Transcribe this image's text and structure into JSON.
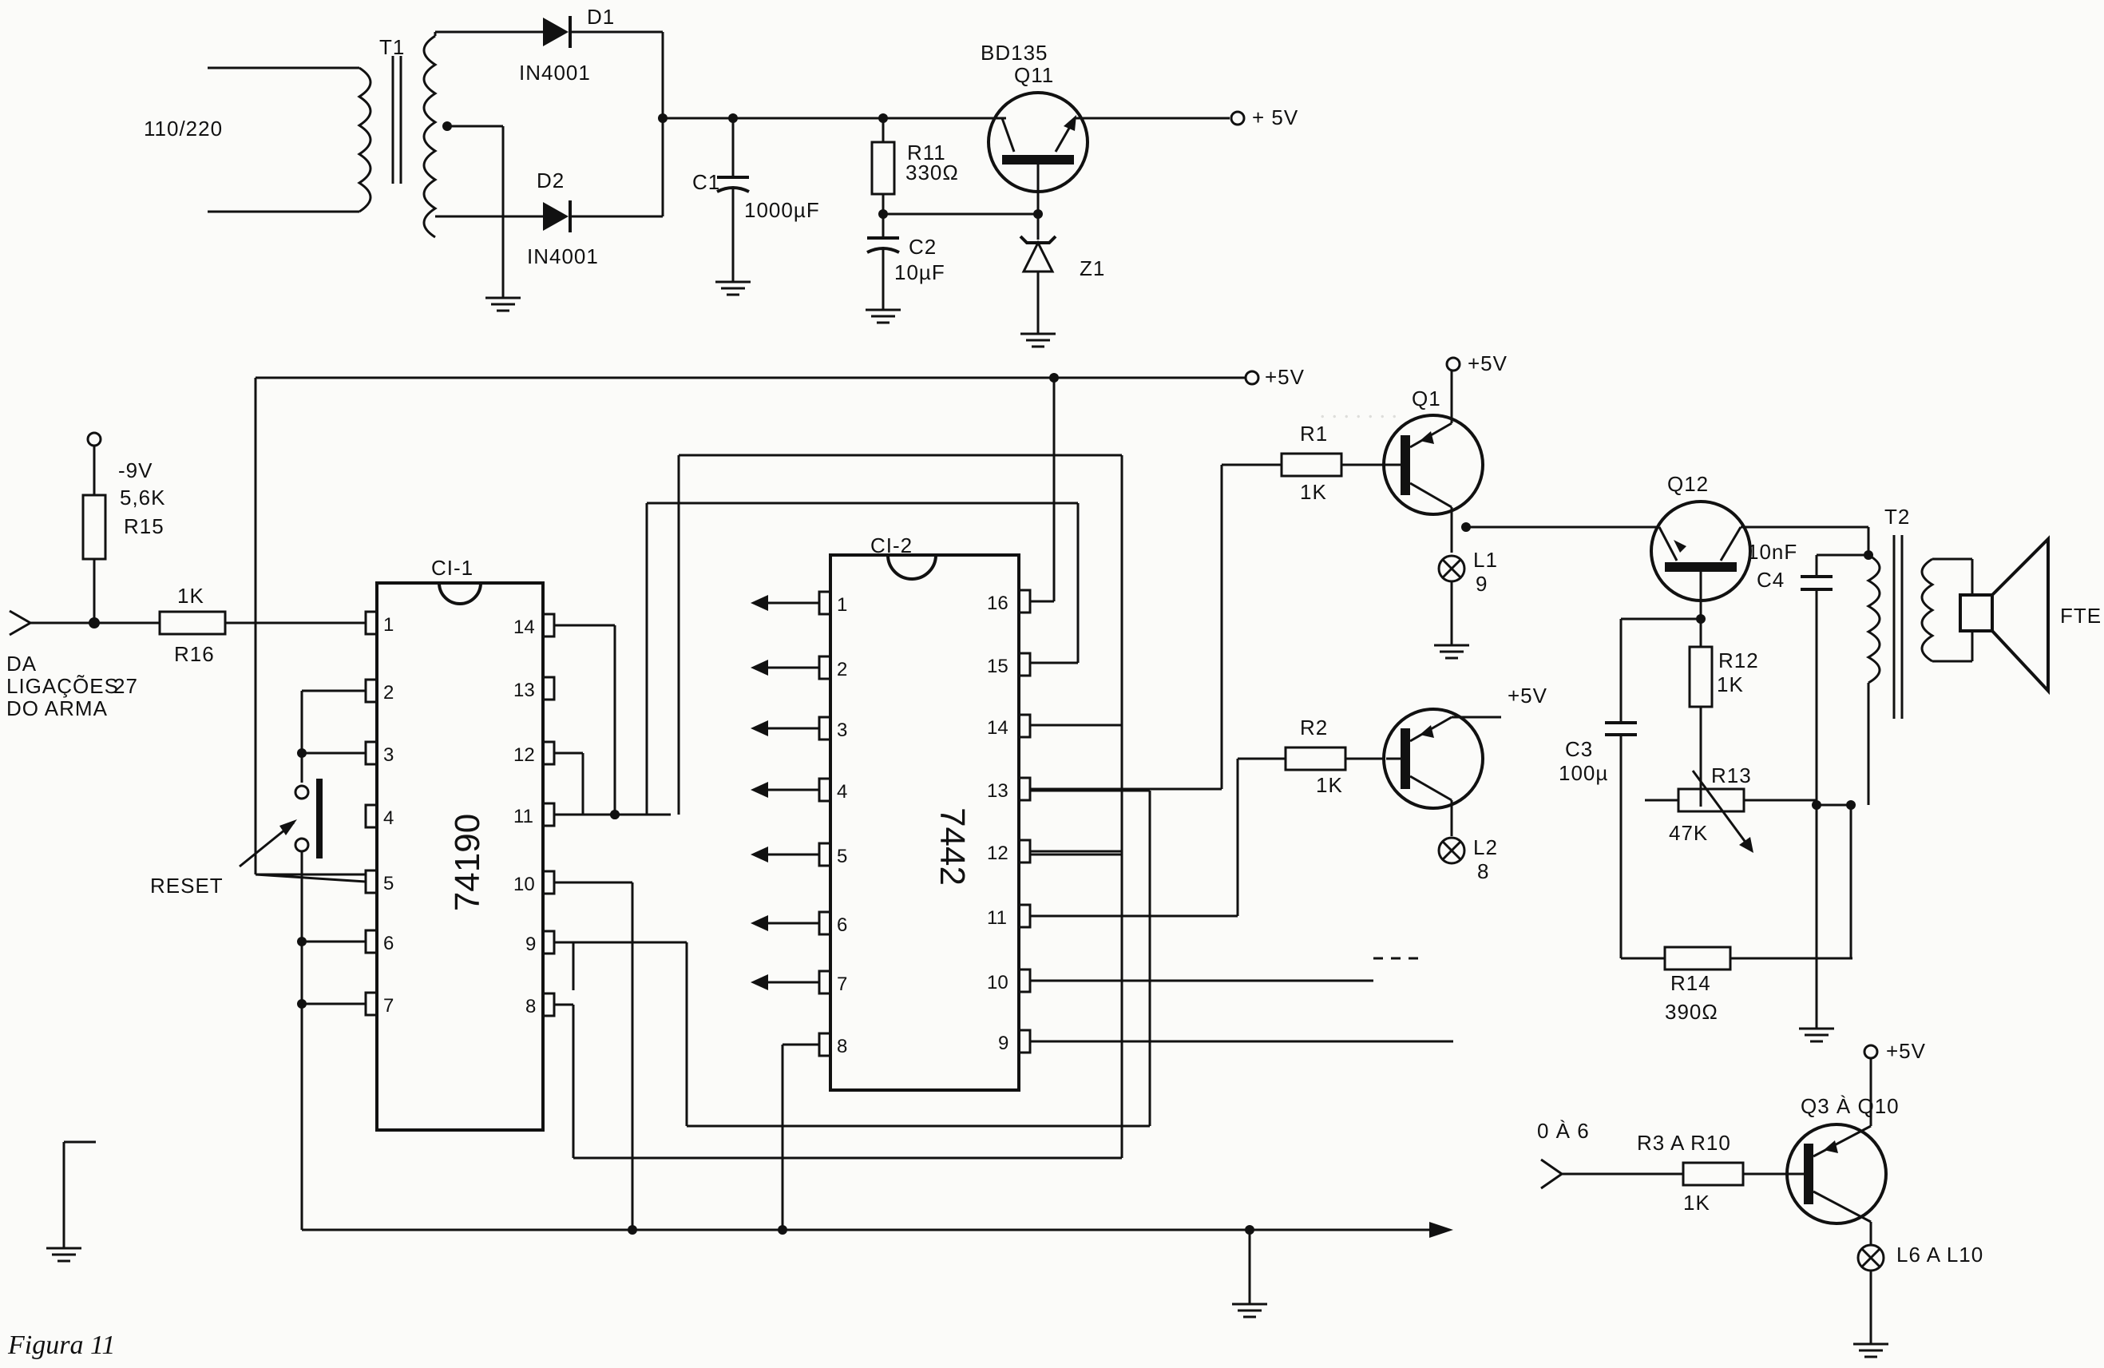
{
  "figure_caption": "Figura 11",
  "supply": {
    "transformer": "T1",
    "mains": "110/220",
    "d1": "D1",
    "d2": "D2",
    "d1_type": "IN4001",
    "d2_type": "IN4001",
    "c1": "C1",
    "c1_value": "1000µF",
    "r11": "R11",
    "r11_value": "330Ω",
    "c2": "C2",
    "c2_value": "10µF",
    "q11_type": "BD135",
    "q11": "Q11",
    "z1": "Z1",
    "out": "+ 5V"
  },
  "input": {
    "v_neg": "-9V",
    "r15_value": "5,6K",
    "r15": "R15",
    "r16_value": "1K",
    "r16": "R16",
    "da": "DA",
    "ligacoes": "LIGAÇÕES",
    "num": "27",
    "do_arma": "DO ARMA",
    "reset": "RESET"
  },
  "ci1": {
    "name": "CI-1",
    "part": "74190",
    "pins_left": [
      "1",
      "2",
      "3",
      "4",
      "5",
      "6",
      "7"
    ],
    "pins_right": [
      "14",
      "13",
      "12",
      "11",
      "10",
      "9",
      "8"
    ]
  },
  "ci2": {
    "name": "CI-2",
    "part": "7442",
    "pins_left": [
      "1",
      "2",
      "3",
      "4",
      "5",
      "6",
      "7",
      "8"
    ],
    "pins_right": [
      "16",
      "15",
      "14",
      "13",
      "12",
      "11",
      "10",
      "9"
    ]
  },
  "rail_label": "+5V",
  "drivers": {
    "r1": "R1",
    "r1_value": "1K",
    "q1": "Q1",
    "q1_supply": "+5V",
    "l1": "L1",
    "l1_num": "9",
    "r2": "R2",
    "r2_value": "1K",
    "q2_supply": "+5V",
    "l2": "L2",
    "l2_num": "8"
  },
  "audio": {
    "q12": "Q12",
    "t2": "T2",
    "c4_value": "10nF",
    "c4": "C4",
    "speaker": "FTE",
    "r12": "R12",
    "r12_value": "1K",
    "c3": "C3",
    "c3_value": "100µ",
    "r13": "R13",
    "r13_value": "47K",
    "r14": "R14",
    "r14_value": "390Ω"
  },
  "lamp_driver": {
    "input": "0 À 6",
    "resistors": "R3 A R10",
    "value": "1K",
    "transistors": "Q3 À Q10",
    "supply": "+5V",
    "lamps": "L6 A L10"
  }
}
